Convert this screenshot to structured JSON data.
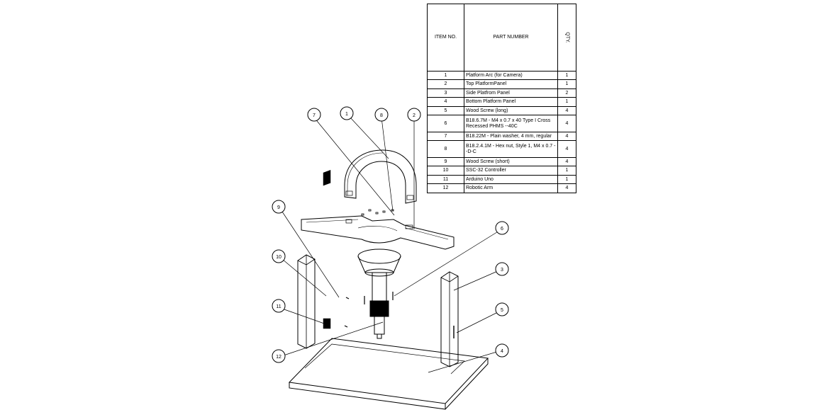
{
  "bom": {
    "headers": {
      "item_no": "ITEM NO.",
      "part_number": "PART NUMBER",
      "qty": "QTY."
    },
    "rows": [
      {
        "item": "1",
        "part": "Platform Arc (for Camera)",
        "qty": "1"
      },
      {
        "item": "2",
        "part": "Top PlatformPanel",
        "qty": "1"
      },
      {
        "item": "3",
        "part": "Side Platfrom Panel",
        "qty": "2"
      },
      {
        "item": "4",
        "part": "Bottom Platform Panel",
        "qty": "1"
      },
      {
        "item": "5",
        "part": "Wood Screw (long)",
        "qty": "4"
      },
      {
        "item": "6",
        "part": "B18.6.7M - M4 x 0.7 x 40 Type I Cross Recessed PHMS --40C",
        "qty": "4"
      },
      {
        "item": "7",
        "part": "B18.22M - Plain washer, 4 mm, regular",
        "qty": "4"
      },
      {
        "item": "8",
        "part": "B18.2.4.1M - Hex nut, Style 1, M4 x 0.7 --D-C",
        "qty": "4"
      },
      {
        "item": "9",
        "part": "Wood Screw (short)",
        "qty": "4"
      },
      {
        "item": "10",
        "part": "SSC-32 Controller",
        "qty": "1"
      },
      {
        "item": "11",
        "part": "Arduino Uno",
        "qty": "1"
      },
      {
        "item": "12",
        "part": "Robotic Arm",
        "qty": "4"
      }
    ]
  },
  "balloons": [
    {
      "label": "7"
    },
    {
      "label": "1"
    },
    {
      "label": "8"
    },
    {
      "label": "2"
    },
    {
      "label": "9"
    },
    {
      "label": "6"
    },
    {
      "label": "10"
    },
    {
      "label": "3"
    },
    {
      "label": "11"
    },
    {
      "label": "5"
    },
    {
      "label": "4"
    },
    {
      "label": "12"
    }
  ]
}
